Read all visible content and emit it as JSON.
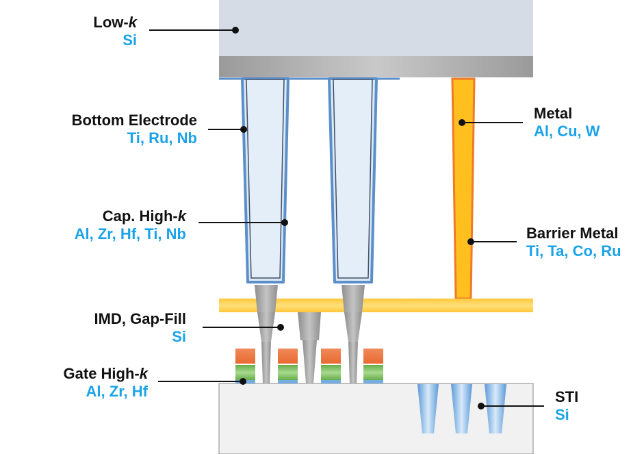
{
  "colors": {
    "label_text": "#111111",
    "material_text": "#1aa3e8",
    "low_k_layer": "#d6dce6",
    "cap_layer": "#a9a9a9",
    "electrode_fill": "#dce9f7",
    "electrode_border": "#5b8fc9",
    "metal_fill": "#ffbf1f",
    "barrier_border": "#f07a28",
    "plug": "#9e9e9e",
    "substrate": "#f1f1f1",
    "gate_top": "#ef7f4a",
    "gate_mid": "#7cc061",
    "sti": "#74aee0"
  },
  "labels": {
    "low_k": {
      "prefix": "Low-",
      "suffix": "k",
      "materials": "Si"
    },
    "bottom_electrode": {
      "title": "Bottom Electrode",
      "materials": "Ti, Ru, Nb"
    },
    "cap_high_k": {
      "prefix": "Cap. High-",
      "suffix": "k",
      "materials": "Al, Zr, Hf, Ti, Nb"
    },
    "imd": {
      "title": "IMD, Gap-Fill",
      "materials": "Si"
    },
    "gate_high_k": {
      "prefix": "Gate High-",
      "suffix": "k",
      "materials": "Al, Zr, Hf"
    },
    "metal": {
      "title": "Metal",
      "materials": "Al, Cu, W"
    },
    "barrier_metal": {
      "title": "Barrier Metal",
      "materials": "Ti, Ta, Co, Ru"
    },
    "sti": {
      "title": "STI",
      "materials": "Si"
    }
  }
}
